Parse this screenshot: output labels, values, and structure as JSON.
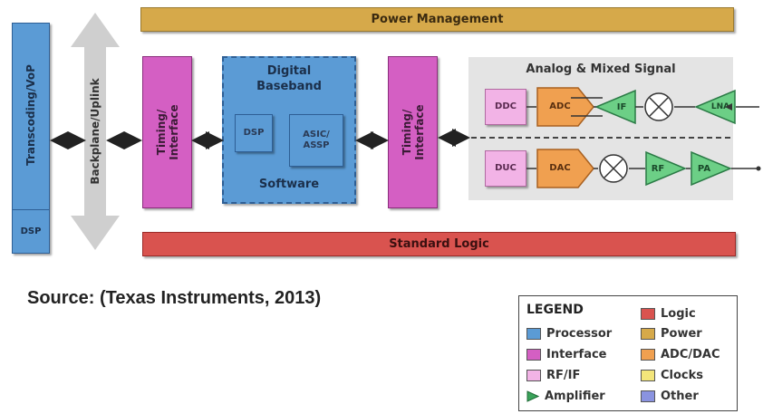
{
  "diagram": {
    "power_management": "Power Management",
    "standard_logic": "Standard Logic",
    "transcoding": "Transcoding/VoP",
    "transcoding_dsp": "DSP",
    "backplane": "Backplane/Uplink",
    "timing_interface": "Timing/\nInterface",
    "digital_baseband": "Digital\nBaseband",
    "baseband_dsp": "DSP",
    "asic_assp": "ASIC/\nASSP",
    "software": "Software",
    "analog_title": "Analog & Mixed Signal",
    "ddc": "DDC",
    "adc": "ADC",
    "if": "IF",
    "lna": "LNA",
    "duc": "DUC",
    "dac": "DAC",
    "rf": "RF",
    "pa": "PA"
  },
  "source": "Source: (Texas Instruments, 2013)",
  "legend": {
    "title": "LEGEND",
    "items": [
      {
        "label": "Processor",
        "color": "#5b9bd5",
        "shape": "box"
      },
      {
        "label": "Interface",
        "color": "#d45fc3",
        "shape": "box"
      },
      {
        "label": "RF/IF",
        "color": "#f2b3e6",
        "shape": "box"
      },
      {
        "label": "Amplifier",
        "color": "#3aa35a",
        "shape": "triangle"
      },
      {
        "label": "Logic",
        "color": "#d9534f",
        "shape": "box"
      },
      {
        "label": "Power",
        "color": "#d6a94a",
        "shape": "box"
      },
      {
        "label": "ADC/DAC",
        "color": "#f0a050",
        "shape": "box"
      },
      {
        "label": "Clocks",
        "color": "#f3e57a",
        "shape": "box"
      },
      {
        "label": "Other",
        "color": "#8a93e0",
        "shape": "box"
      }
    ]
  },
  "colors": {
    "processor": "#5b9bd5",
    "interface": "#d45fc3",
    "rfif": "#f2b3e6",
    "amplifier": "#6ccf86",
    "logic": "#d9534f",
    "power": "#d6a94a",
    "adcdac": "#f0a050",
    "analog_bg": "#e4e4e4",
    "backplane": "#c8c8c8"
  }
}
